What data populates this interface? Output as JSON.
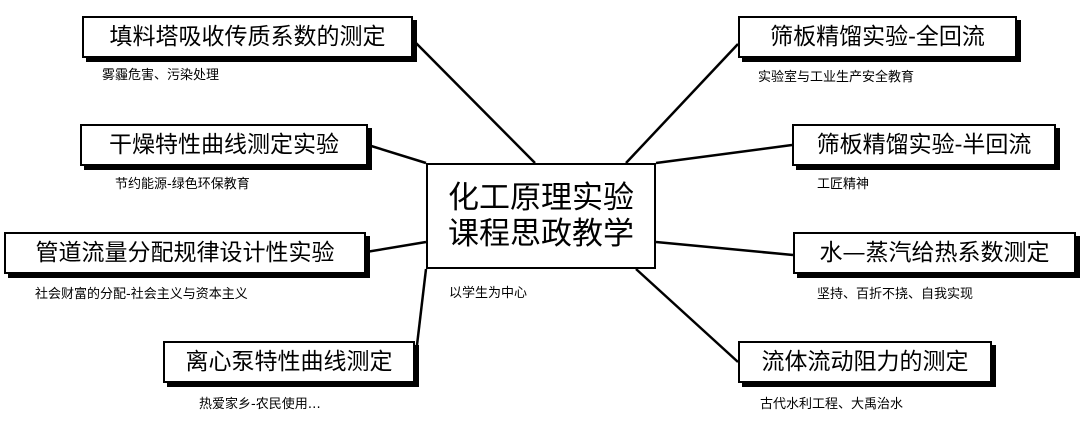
{
  "center": {
    "line1": "化工原理实验",
    "line2": "课程思政教学"
  },
  "center_note": "以学生为中心",
  "experiments": [
    {
      "title": "填料塔吸收传质系数的测定",
      "note": "雾霾危害、污染处理"
    },
    {
      "title": "干燥特性曲线测定实验",
      "note": "节约能源-绿色环保教育"
    },
    {
      "title": "管道流量分配规律设计性实验",
      "note": "社会财富的分配-社会主义与资本主义"
    },
    {
      "title": "离心泵特性曲线测定",
      "note": "热爱家乡-农民使用…"
    },
    {
      "title": "筛板精馏实验-全回流",
      "note": "实验室与工业生产安全教育"
    },
    {
      "title": "筛板精馏实验-半回流",
      "note": "工匠精神"
    },
    {
      "title": "水—蒸汽给热系数测定",
      "note": "坚持、百折不挠、自我实现"
    },
    {
      "title": "流体流动阻力的测定",
      "note": "古代水利工程、大禹治水"
    }
  ]
}
